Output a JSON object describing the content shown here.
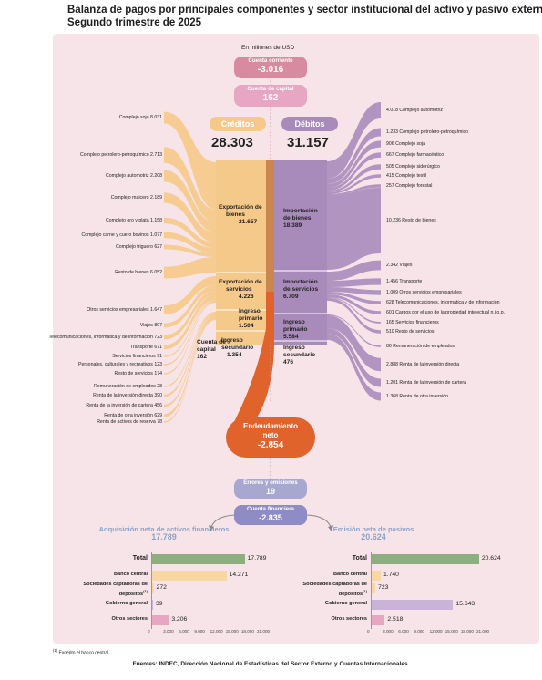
{
  "title_line1": "Balanza de pagos por principales componentes y sector institucional del activo y pasivo externo.",
  "title_line2": "Segundo trimestre de 2025",
  "units": "En millones de USD",
  "cuenta_corriente": {
    "label": "Cuenta corriente",
    "value": "-3.016"
  },
  "cuenta_capital": {
    "label": "Cuenta de capital",
    "value": "162"
  },
  "creditos": {
    "label": "Créditos",
    "value": "28.303"
  },
  "debitos": {
    "label": "Débitos",
    "value": "31.157"
  },
  "endeudamiento": {
    "label1": "Endeudamiento",
    "label2": "neto",
    "value": "-2.854"
  },
  "errores": {
    "label": "Errores y omisiones",
    "value": "19"
  },
  "cuenta_financiera": {
    "label": "Cuenta financiera",
    "value": "-2.835"
  },
  "nodes_left": {
    "export_bienes": {
      "l1": "Exportación de",
      "l2": "bienes",
      "v": "21.657"
    },
    "export_serv": {
      "l1": "Exportación de",
      "l2": "servicios",
      "v": "4.226"
    },
    "ingreso_prim": {
      "l1": "Ingreso",
      "l2": "primario",
      "v": "1.504"
    },
    "ingreso_sec": {
      "l1": "Ingreso",
      "l2": "secundario",
      "v": "1.354"
    },
    "cuenta_cap": {
      "l1": "Cuenta de",
      "l2": "capital",
      "v": "162"
    }
  },
  "nodes_right": {
    "import_bienes": {
      "l1": "Importación",
      "l2": "de bienes",
      "v": "18.389"
    },
    "import_serv": {
      "l1": "Importación",
      "l2": "de servicios",
      "v": "6.709"
    },
    "ingreso_prim": {
      "l1": "Ingreso",
      "l2": "primario",
      "v": "5.584"
    },
    "ingreso_sec": {
      "l1": "Ingreso",
      "l2": "secundario",
      "v": "476"
    }
  },
  "left_labels": [
    "Complejo soja 8.031",
    "Complejo petrolero-petroquímico 2.713",
    "Complejo automotriz 2.208",
    "Complejo maicero 2.189",
    "Complejo oro y plata 1.158",
    "Complejo carne y cuero bovinos 1.077",
    "Complejo triguero 627",
    "Resto de bienes 6.052",
    "Otros servicios empresariales 1.647",
    "Viajes 897",
    "Telecomunicaciones, informática y de información 723",
    "Transporte 671",
    "Servicios financieros 91",
    "Personales, culturales y recreativos 123",
    "Resto de servicios 174",
    "Remuneración de empleados 28",
    "Renta de la inversión directa 390",
    "Renta de la inversión de cartera 456",
    "Renta de otra inversión 629",
    "Renta de activos de reserva 78"
  ],
  "right_labels": [
    "4.018 Complejo automotriz",
    "1.233 Complejo petrolero-petroquímico",
    "906 Complejo soja",
    "667 Complejo farmacéutico",
    "505 Complejo siderúrgico",
    "415 Complejo textil",
    "257 Complejo forestal",
    "10.236 Resto de bienes",
    "2.342 Viajes",
    "1.456 Transporte",
    "1.009 Otros servicios empresariales",
    "628 Telecomunicaciones, informática y de información",
    "601 Cargos por el uso de la propiedad intelectual n.i.o.p.",
    "165 Servicios financieros",
    "510 Resto de servicios",
    "80 Remuneración de empleados",
    "2.888 Renta de la inversión directa",
    "1.201 Renta de la inversión de cartera",
    "1.368 Renta de otra inversión"
  ],
  "colors": {
    "credit": "#f5c98a",
    "credit_dark": "#e9a951",
    "debit": "#a98bbb",
    "debit_dark": "#8f6aa6",
    "pink": "#d78ba0",
    "orange": "#e0632c",
    "panel": "#f7e4e8",
    "green": "#8fae7f",
    "peach": "#f8d7a5",
    "lilac": "#c9b3d6",
    "pinkbar": "#e7a6c1"
  },
  "adquisicion": {
    "title": "Adquisición neta de activos financieros",
    "value": "17.789"
  },
  "emision": {
    "title": "Emisión neta de pasivos",
    "value": "20.624"
  },
  "chart_data": [
    {
      "type": "bar",
      "title": "Adquisición neta de activos financieros",
      "categories": [
        "Total",
        "Banco central",
        "Sociedades captadoras de depósitos(1)",
        "Gobierno general",
        "Otros sectores"
      ],
      "values": [
        17789,
        14271,
        272,
        39,
        3206
      ],
      "value_labels": [
        "17.789",
        "14.271",
        "272",
        "39",
        "3.206"
      ],
      "xlim": [
        0,
        21000
      ],
      "ticks": [
        "0",
        "3.000",
        "6.000",
        "9.000",
        "12.000",
        "15.000",
        "18.000",
        "21.000"
      ]
    },
    {
      "type": "bar",
      "title": "Emisión neta de pasivos",
      "categories": [
        "Total",
        "Banco central",
        "Sociedades captadoras de depósitos(1)",
        "Gobierno general",
        "Otros sectores"
      ],
      "values": [
        20624,
        1740,
        723,
        15643,
        2518
      ],
      "value_labels": [
        "20.624",
        "1.740",
        "723",
        "15.643",
        "2.518"
      ],
      "xlim": [
        0,
        21000
      ],
      "ticks": [
        "0",
        "3.000",
        "6.000",
        "9.000",
        "12.000",
        "15.000",
        "18.000",
        "21.000"
      ]
    }
  ],
  "bar_labels": [
    "Total",
    "Banco central",
    "Sociedades captadoras de",
    "depósitos",
    "(1)",
    "Gobierno general",
    "Otros sectores"
  ],
  "footnote_sup": "(1)",
  "footnote": "Excepto el banco central.",
  "source": "Fuentes: INDEC, Dirección Nacional de Estadísticas del Sector Externo y Cuentas Internacionales."
}
